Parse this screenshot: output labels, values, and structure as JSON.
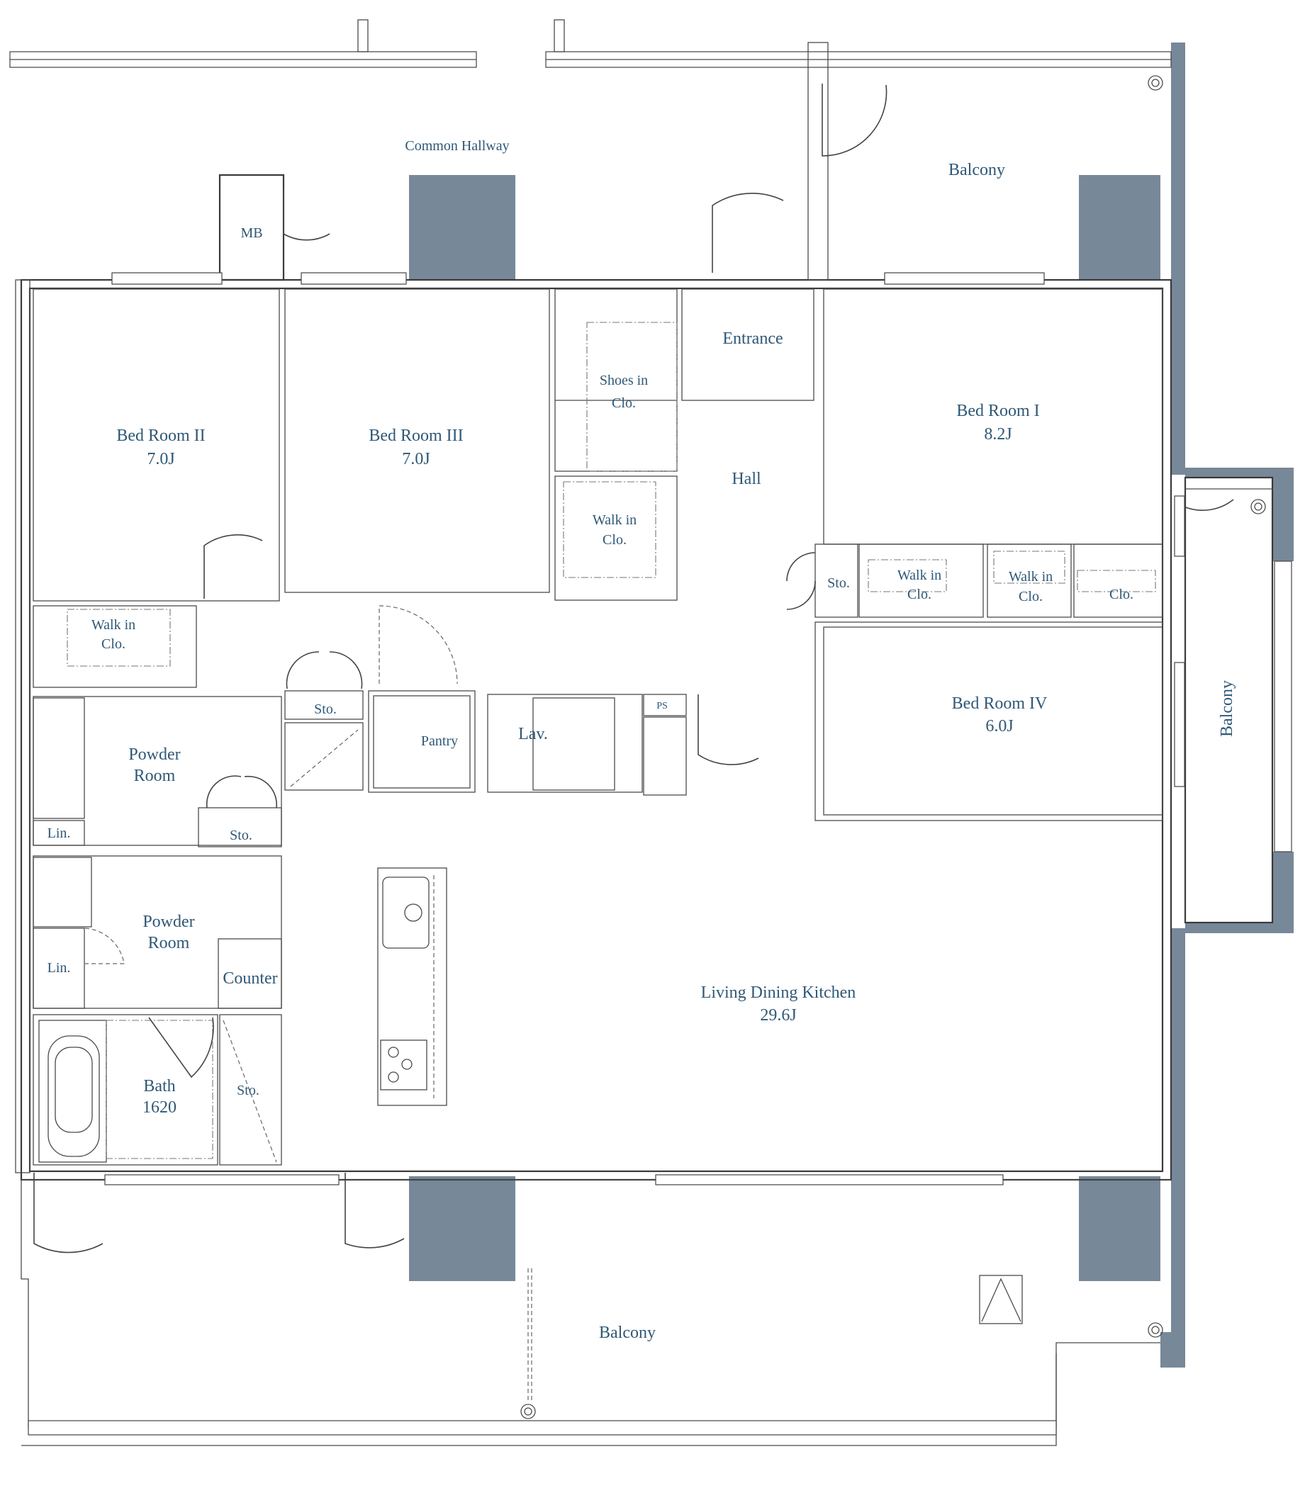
{
  "colors": {
    "structure": "#778899",
    "label": "#2f5876",
    "line": "#3a3a3a"
  },
  "labels": {
    "common_hallway": "Common Hallway",
    "balcony_top": "Balcony",
    "mb": "MB",
    "entrance": "Entrance",
    "shoes_in_clo": [
      "Shoes in",
      "Clo."
    ],
    "hall": "Hall",
    "bed_room_1": {
      "name": "Bed Room I",
      "size": "8.2J"
    },
    "bed_room_2": {
      "name": "Bed Room II",
      "size": "7.0J"
    },
    "bed_room_3": {
      "name": "Bed Room III",
      "size": "7.0J"
    },
    "bed_room_4": {
      "name": "Bed Room IV",
      "size": "6.0J"
    },
    "walk_in_clo": [
      "Walk in",
      "Clo."
    ],
    "clo": "Clo.",
    "sto": "Sto.",
    "balcony_right": "Balcony",
    "powder_room": [
      "Powder",
      "Room"
    ],
    "lin": "Lin.",
    "pantry": "Pantry",
    "lav": "Lav.",
    "ps": "PS",
    "counter": "Counter",
    "bath": {
      "name": "Bath",
      "size": "1620"
    },
    "ldk": {
      "name": "Living Dining Kitchen",
      "size": "29.6J"
    },
    "balcony_bottom": "Balcony"
  }
}
